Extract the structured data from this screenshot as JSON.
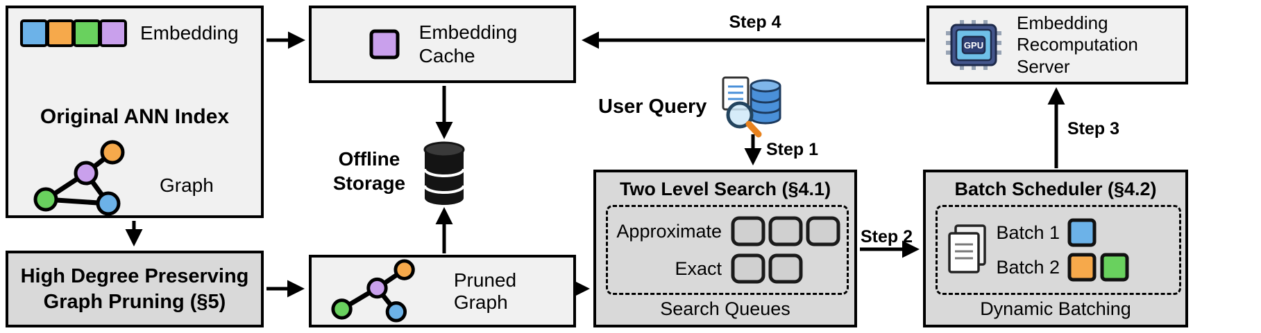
{
  "colors": {
    "blue": "#6CB2E8",
    "orange": "#F6A94B",
    "green": "#69D15E",
    "purple": "#C9A0EC",
    "box_light": "#F1F1F1",
    "box_gray": "#D9D9D9"
  },
  "original_ann_index": {
    "embedding_label": "Embedding",
    "title": "Original ANN Index",
    "graph_label": "Graph"
  },
  "embedding_cache": {
    "label": "Embedding\nCache"
  },
  "recomputation_server": {
    "label": "Embedding\nRecomputation\nServer",
    "gpu_text": "GPU"
  },
  "offline_storage": {
    "label": "Offline\nStorage"
  },
  "user_query": {
    "label": "User Query"
  },
  "steps": {
    "step1": "Step 1",
    "step2": "Step 2",
    "step3": "Step 3",
    "step4": "Step 4"
  },
  "two_level_search": {
    "title": "Two Level Search (§4.1)",
    "approximate_label": "Approximate",
    "exact_label": "Exact",
    "footer": "Search Queues"
  },
  "batch_scheduler": {
    "title": "Batch Scheduler (§4.2)",
    "batch1_label": "Batch 1",
    "batch2_label": "Batch 2",
    "footer": "Dynamic Batching"
  },
  "graph_pruning": {
    "title": "High Degree Preserving\nGraph Pruning (§5)"
  },
  "pruned_graph": {
    "label": "Pruned Graph"
  }
}
